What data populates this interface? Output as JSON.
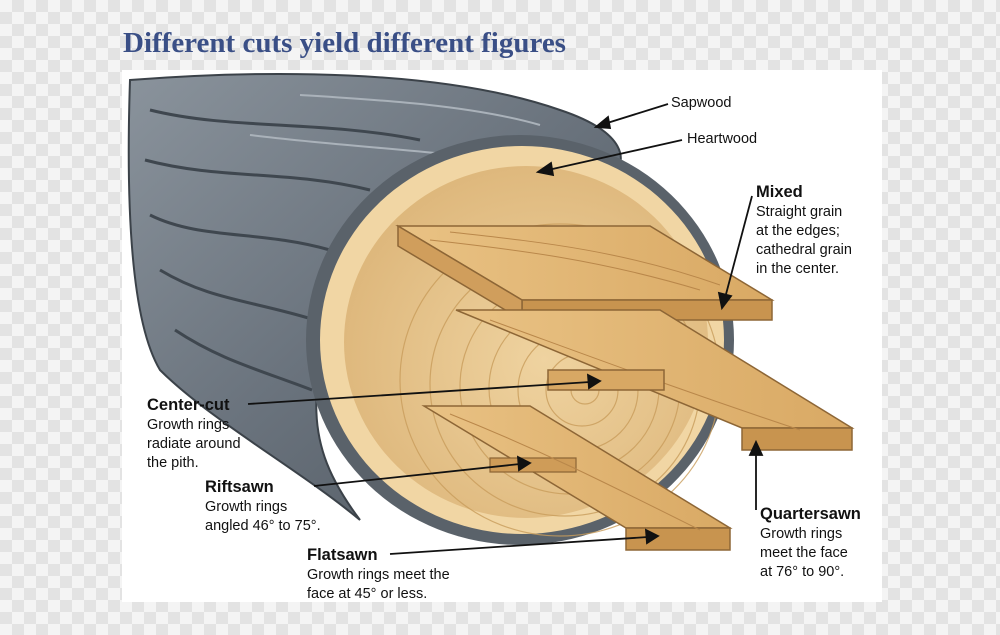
{
  "title": "Different cuts yield different figures",
  "labels": {
    "sapwood": "Sapwood",
    "heartwood": "Heartwood",
    "mixed": {
      "heading": "Mixed",
      "lines": [
        "Straight grain",
        "at the edges;",
        "cathedral grain",
        "in the center."
      ]
    },
    "center_cut": {
      "heading": "Center-cut",
      "lines": [
        "Growth rings",
        "radiate around",
        "the pith."
      ]
    },
    "riftsawn": {
      "heading": "Riftsawn",
      "lines": [
        "Growth rings",
        "angled 46° to 75°."
      ]
    },
    "flatsawn": {
      "heading": "Flatsawn",
      "lines": [
        "Growth rings meet the",
        "face at 45° or less."
      ]
    },
    "quartersawn": {
      "heading": "Quartersawn",
      "lines": [
        "Growth rings",
        "meet the face",
        "at 76° to 90°."
      ]
    }
  },
  "colors": {
    "title": "#3a4f86",
    "bark": "#6c7680",
    "heartwood": "#e6c48c",
    "board": "#dcaf6c"
  }
}
